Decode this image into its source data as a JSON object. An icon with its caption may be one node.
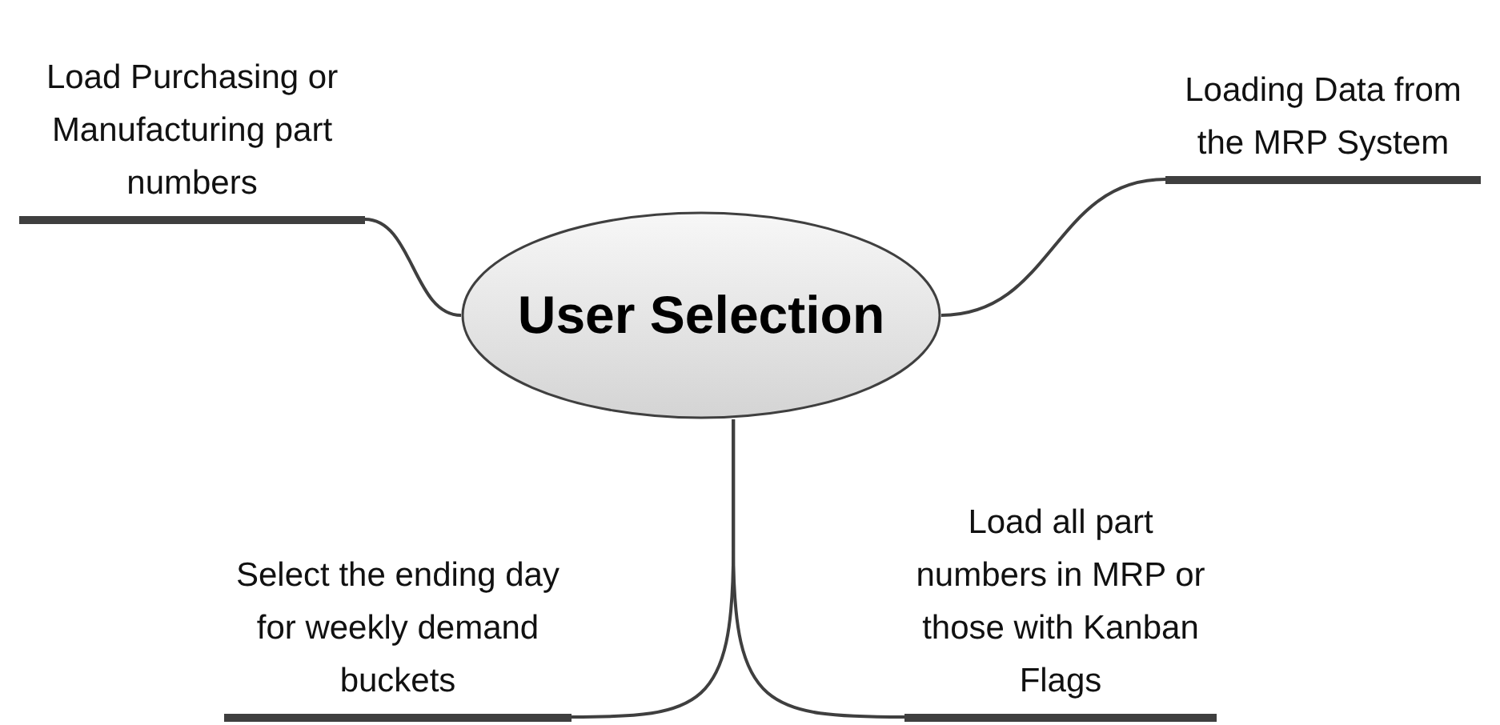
{
  "diagram": {
    "nodes": [
      {
        "text": [
          "User Selection"
        ]
      },
      {
        "text": [
          "Load Purchasing or Manufacturing part numbers"
        ]
      },
      {
        "text": [
          "Loading Data from the MRP System"
        ]
      },
      {
        "text": [
          "Select the ending day for weekly demand buckets"
        ]
      },
      {
        "text": [
          "Load all part numbers in MRP or those with Kanban Flags"
        ]
      }
    ],
    "edges": [
      {
        "from": 0,
        "to": 1,
        "arrow": "none"
      },
      {
        "from": 0,
        "to": 2,
        "arrow": "none"
      },
      {
        "from": 0,
        "to": 3,
        "arrow": "none"
      },
      {
        "from": 0,
        "to": 4,
        "arrow": "none"
      }
    ]
  }
}
